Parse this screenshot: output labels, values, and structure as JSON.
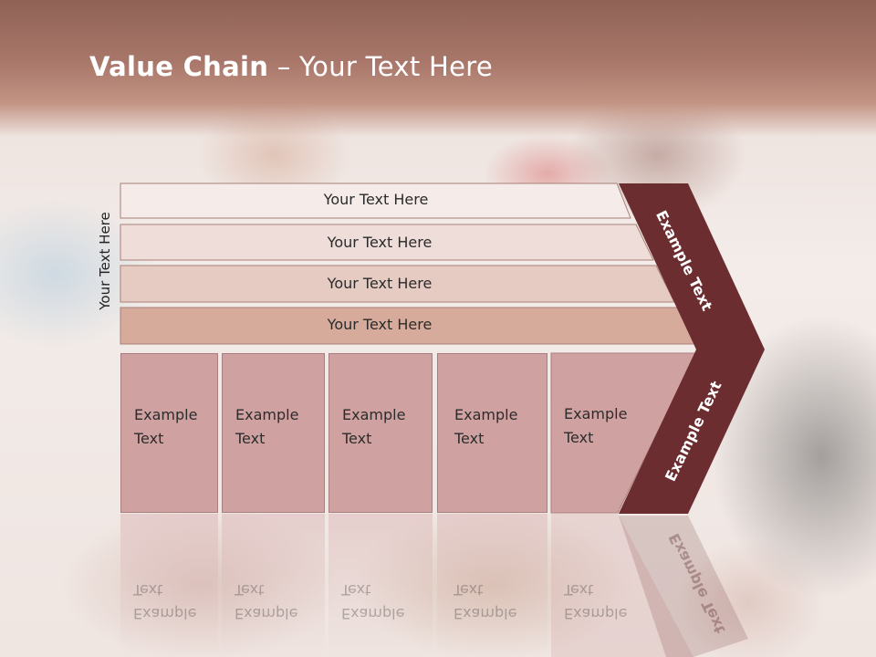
{
  "title": {
    "bold": "Value Chain",
    "rest": " – Your Text Here"
  },
  "vertical_label": "Your Text Here",
  "rows": [
    {
      "label": "Your Text Here",
      "color": "#f5ebe9"
    },
    {
      "label": "Your Text Here",
      "color": "#eeddd8"
    },
    {
      "label": "Your Text Here",
      "color": "#e6cbc3"
    },
    {
      "label": "Your Text Here",
      "color": "#d7ab9b"
    }
  ],
  "boxes": [
    {
      "line1": "Example",
      "line2": "Text"
    },
    {
      "line1": "Example",
      "line2": "Text"
    },
    {
      "line1": "Example",
      "line2": "Text"
    },
    {
      "line1": "Example",
      "line2": "Text"
    },
    {
      "line1": "Example",
      "line2": "Text"
    }
  ],
  "chevron": {
    "top_label": "Example Text",
    "bottom_label": "Example Text",
    "color": "#6b2d2f"
  }
}
